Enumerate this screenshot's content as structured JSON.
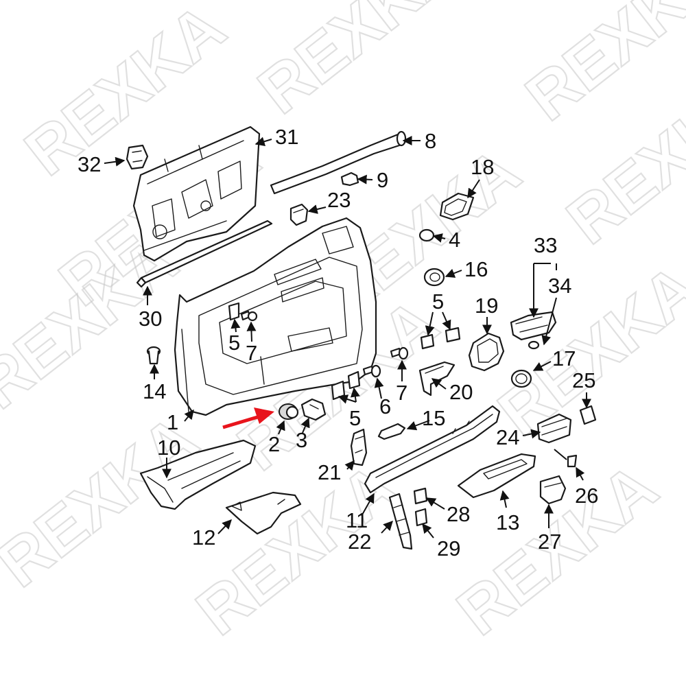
{
  "watermark": {
    "text": "REXKA"
  },
  "highlight_color": "#e8141c",
  "callouts": {
    "c1": "1",
    "c2": "2",
    "c3": "3",
    "c4": "4",
    "c5a": "5",
    "c5b": "5",
    "c5c": "5",
    "c6": "6",
    "c7a": "7",
    "c7b": "7",
    "c8": "8",
    "c9": "9",
    "c10": "10",
    "c11": "11",
    "c12": "12",
    "c13": "13",
    "c14": "14",
    "c15": "15",
    "c16": "16",
    "c17": "17",
    "c18": "18",
    "c19": "19",
    "c20": "20",
    "c21": "21",
    "c22": "22",
    "c23": "23",
    "c24": "24",
    "c25": "25",
    "c26": "26",
    "c27": "27",
    "c28": "28",
    "c29": "29",
    "c30": "30",
    "c31": "31",
    "c32": "32",
    "c33": "33",
    "c34": "34"
  }
}
